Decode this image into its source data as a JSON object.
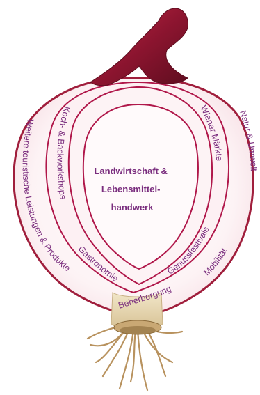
{
  "diagram": {
    "center": {
      "lines": [
        "Landwirtschaft &",
        "Lebensmittel-",
        "handwerk"
      ]
    },
    "labels": {
      "koch_backworkshops": "Koch- & Backworkshops",
      "gastronomie": "Gastronomie",
      "wiener_maerkte": "Wiener Märkte",
      "genussfestivals": "Genussfestivals",
      "beherbergung": "Beherbergung",
      "weitere_leistungen": "Weitere touristische Leistungen & Produkte",
      "natur_umwelt": "Natur & Umwelt",
      "mobilitaet": "Mobilität"
    },
    "colors": {
      "onion_skin": "#a01e3c",
      "ring_line": "#b0174a",
      "flesh": "#fdf2f4",
      "text": "#7a2d7e",
      "stem": "#8b1630",
      "root": "#b8925e"
    }
  }
}
